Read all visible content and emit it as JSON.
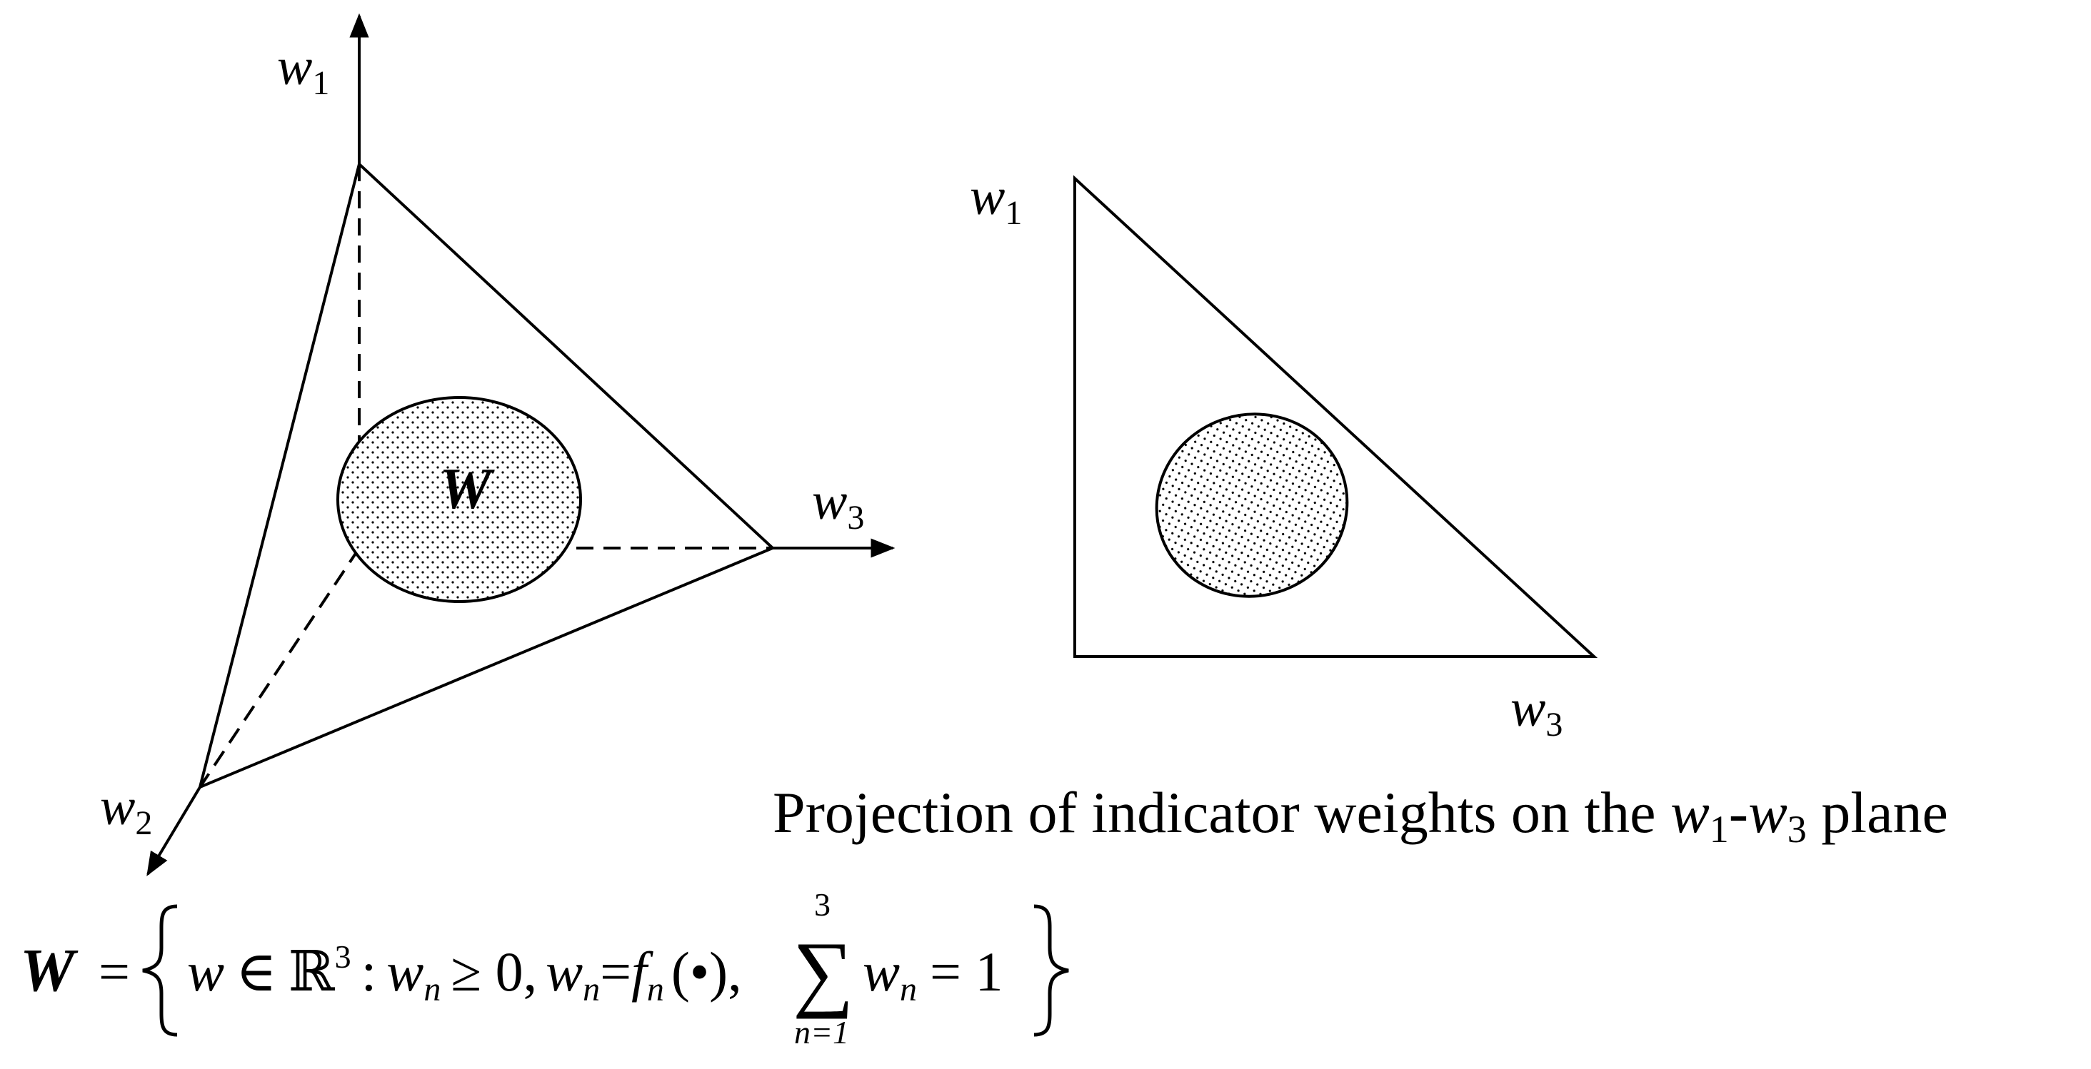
{
  "colors": {
    "ink": "#000000",
    "background": "#ffffff"
  },
  "tetrahedron": {
    "axis_w1": {
      "base": "w",
      "sub": "1"
    },
    "axis_w2": {
      "base": "w",
      "sub": "2"
    },
    "axis_w3": {
      "base": "w",
      "sub": "3"
    },
    "region_label": "W"
  },
  "projection": {
    "axis_w1": {
      "base": "w",
      "sub": "1"
    },
    "axis_w3": {
      "base": "w",
      "sub": "3"
    },
    "caption": {
      "pre": "Projection of indicator weights on the ",
      "a_base": "w",
      "a_sub": "1",
      "dash": "-",
      "b_base": "w",
      "b_sub": "3",
      "post": " plane"
    }
  },
  "formula": {
    "lhs": "W",
    "equals": "=",
    "var_w": "w",
    "elem": "∈",
    "reals": "ℝ",
    "reals_sup": "3",
    "colon": ":",
    "wn_base": "w",
    "wn_sub": "n",
    "ge_zero": "≥ 0,",
    "eq": "=",
    "f_base": "f",
    "f_sub": "n",
    "paren_open": "(",
    "bullet": "•",
    "paren_close": "),",
    "sum_symbol": "∑",
    "sum_upper": "3",
    "sum_lower": "n=1",
    "equals_one": "= 1"
  }
}
